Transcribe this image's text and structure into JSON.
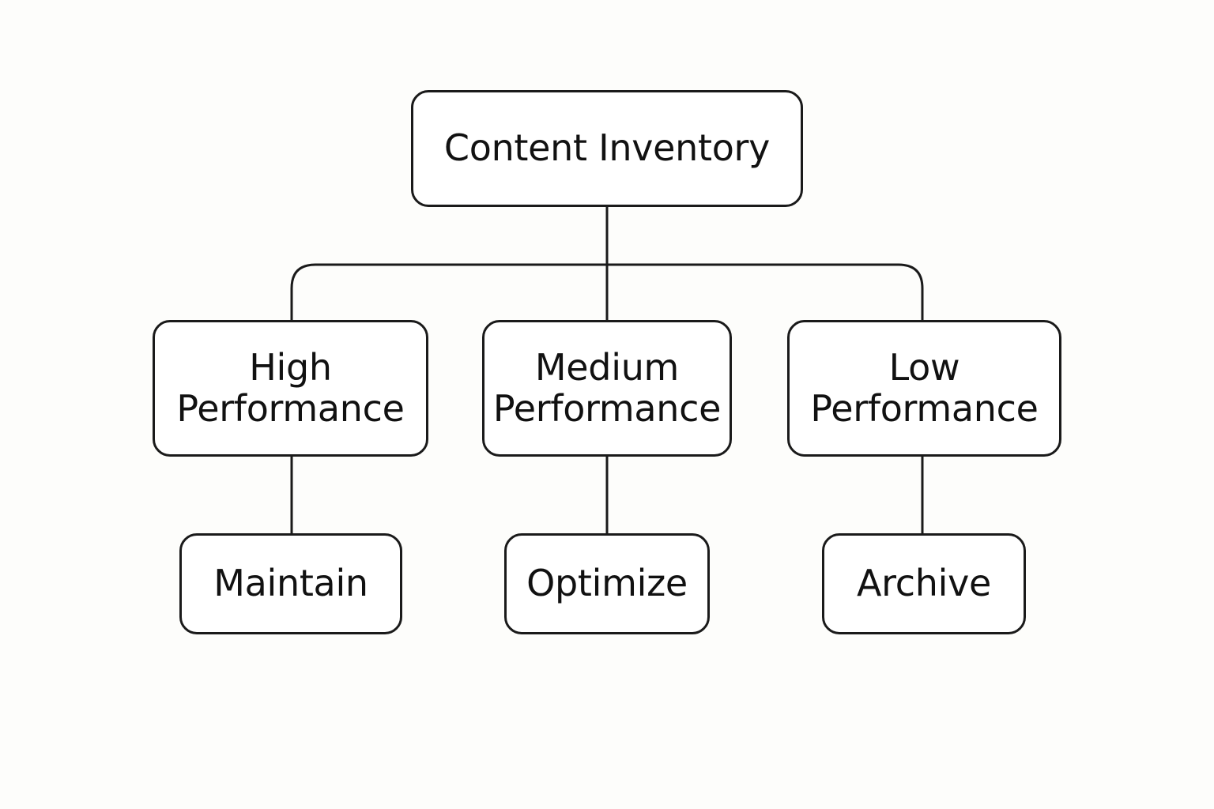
{
  "diagram": {
    "root": {
      "label": "Content Inventory"
    },
    "categories": [
      {
        "line1": "High",
        "line2": "Performance"
      },
      {
        "line1": "Medium",
        "line2": "Performance"
      },
      {
        "line1": "Low",
        "line2": "Performance"
      }
    ],
    "actions": [
      {
        "label": "Maintain"
      },
      {
        "label": "Optimize"
      },
      {
        "label": "Archive"
      }
    ]
  },
  "colors": {
    "background": "#fdfdfb",
    "stroke": "#1a1a1a",
    "text": "#111111"
  }
}
